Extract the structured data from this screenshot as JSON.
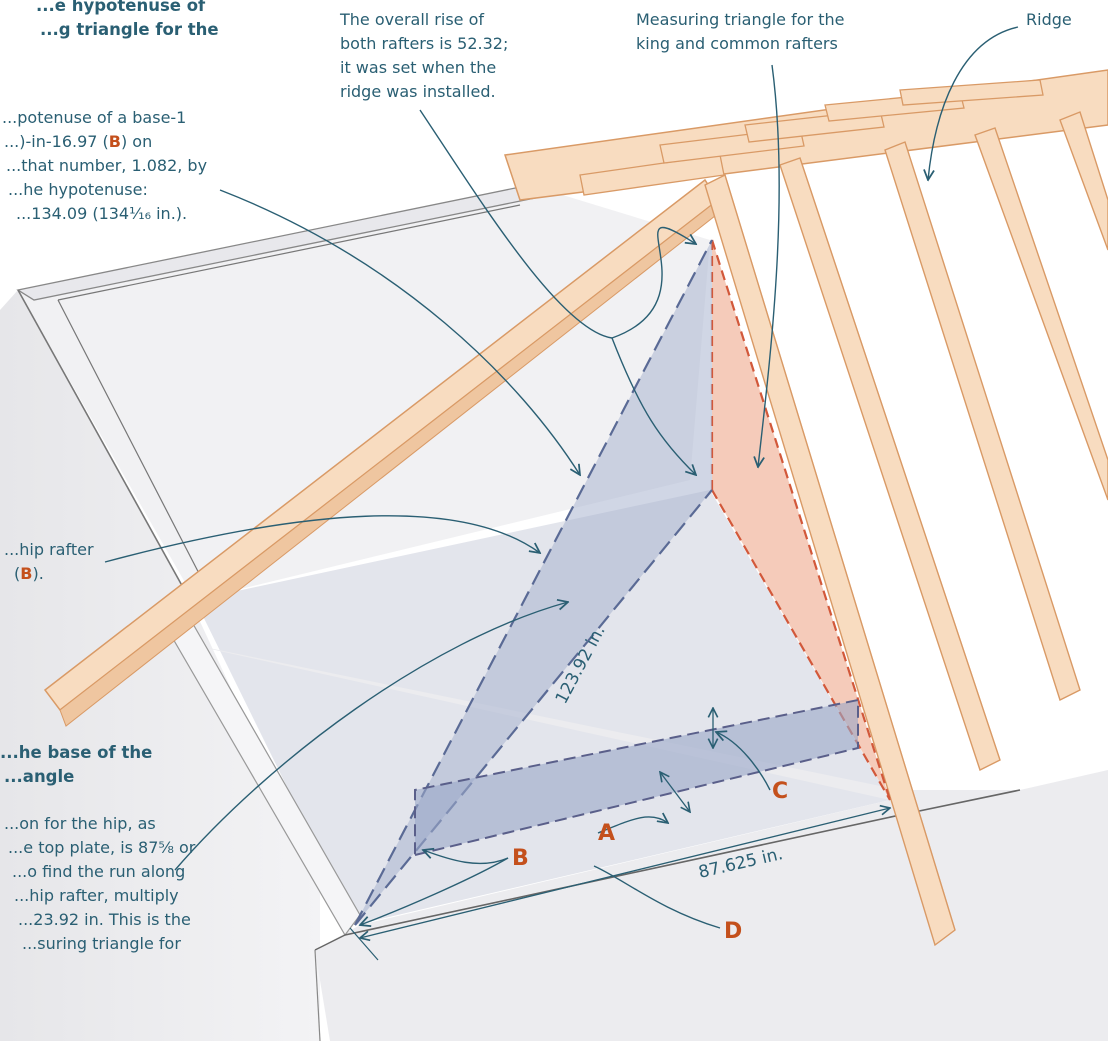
{
  "annotations": {
    "top_left_heading": [
      "...e hypotenuse of",
      "...g triangle for the"
    ],
    "top_left_body": {
      "line1": "...potenuse of a base-1",
      "line2_pre": "...)-in-16.97 (",
      "line2_letter": "B",
      "line2_post": ") on",
      "line3": "...that number, 1.082, by",
      "line4": "...he hypotenuse:",
      "line5": "...134.09 (134¹⁄₁₆ in.)."
    },
    "overall_rise": [
      "The overall rise of",
      "both rafters is 52.32;",
      "it was set when the",
      "ridge was installed."
    ],
    "measuring_triangle": [
      "Measuring triangle for the",
      "king and common rafters"
    ],
    "ridge": "Ridge",
    "hip_rafter": {
      "line1": "...hip rafter",
      "line2_pre": "(",
      "line2_letter": "B",
      "line2_post": ")."
    },
    "base_heading": [
      "...he base of the",
      "...angle"
    ],
    "base_body": [
      "...on for the hip, as",
      "...e top plate, is 87⅝ or",
      "...o find the run along",
      "...hip rafter, multiply",
      "...23.92 in. This is the",
      "...suring triangle for"
    ]
  },
  "diagram_labels": {
    "letter_a": "A",
    "letter_b": "B",
    "letter_c": "C",
    "letter_d": "D",
    "dim_hip_run": "123.92 in.",
    "dim_plate": "87.625 in."
  },
  "colors": {
    "annotation_text": "#2a5f73",
    "letter_accent": "#c4501c",
    "lumber_fill": "#f8dcc0",
    "lumber_stroke": "#d99a66",
    "blue_triangle": "#a9b4cf",
    "orange_triangle": "#f2b9a3"
  }
}
